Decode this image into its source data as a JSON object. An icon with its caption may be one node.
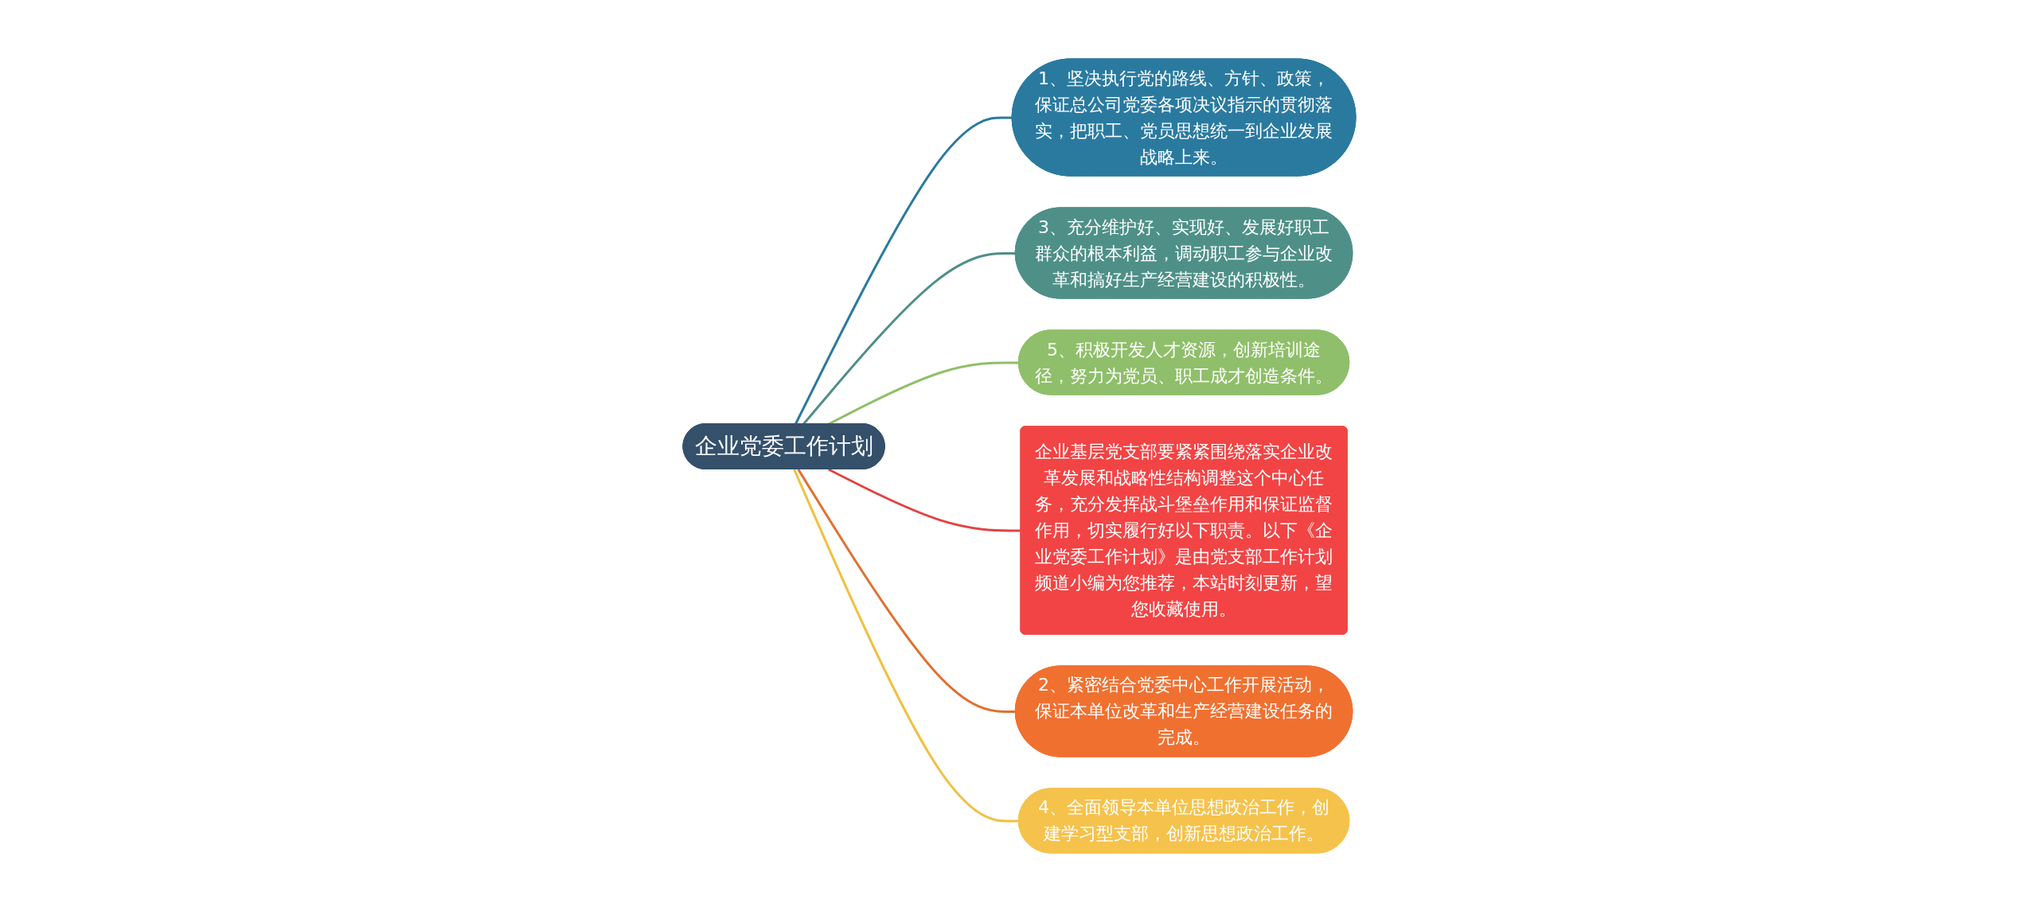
{
  "diagram": {
    "nodes": [
      {
        "text": [
          "企业党委工作计划"
        ]
      },
      {
        "text": [
          "1、坚决执行党的路线、方针、政策，保证总公司党委各项决议指示的贯彻落实，把职工、党员思想统一到企业发展战略上来。"
        ]
      },
      {
        "text": [
          "3、充分维护好、实现好、发展好职工群众的根本利益，调动职工参与企业改革和搞好生产经营建设的积极性。"
        ]
      },
      {
        "text": [
          "5、积极开发人才资源，创新培训途径，努力为党员、职工成才创造条件。"
        ]
      },
      {
        "text": [
          "企业基层党支部要紧紧围绕落实企业改革发展和战略性结构调整这个中心任务，充分发挥战斗堡垒作用和保证监督作用，切实履行好以下职责。以下《企业党委工作计划》是由党支部工作计划频道小编为您推荐，本站时刻更新，望您收藏使用。"
        ]
      },
      {
        "text": [
          "2、紧密结合党委中心工作开展活动，保证本单位改革和生产经营建设任务的完成。"
        ]
      },
      {
        "text": [
          "4、全面领导本单位思想政治工作，创建学习型支部，创新思想政治工作。"
        ]
      }
    ],
    "edges": [
      {
        "from": 0,
        "to": 1,
        "arrow": "none",
        "color": "#2a7a9e"
      },
      {
        "from": 0,
        "to": 2,
        "arrow": "none",
        "color": "#4e8f88"
      },
      {
        "from": 0,
        "to": 3,
        "arrow": "none",
        "color": "#8fbf6a"
      },
      {
        "from": 0,
        "to": 4,
        "arrow": "none",
        "color": "#e04444"
      },
      {
        "from": 0,
        "to": 5,
        "arrow": "none",
        "color": "#e07030"
      },
      {
        "from": 0,
        "to": 6,
        "arrow": "none",
        "color": "#f0c040"
      }
    ]
  }
}
